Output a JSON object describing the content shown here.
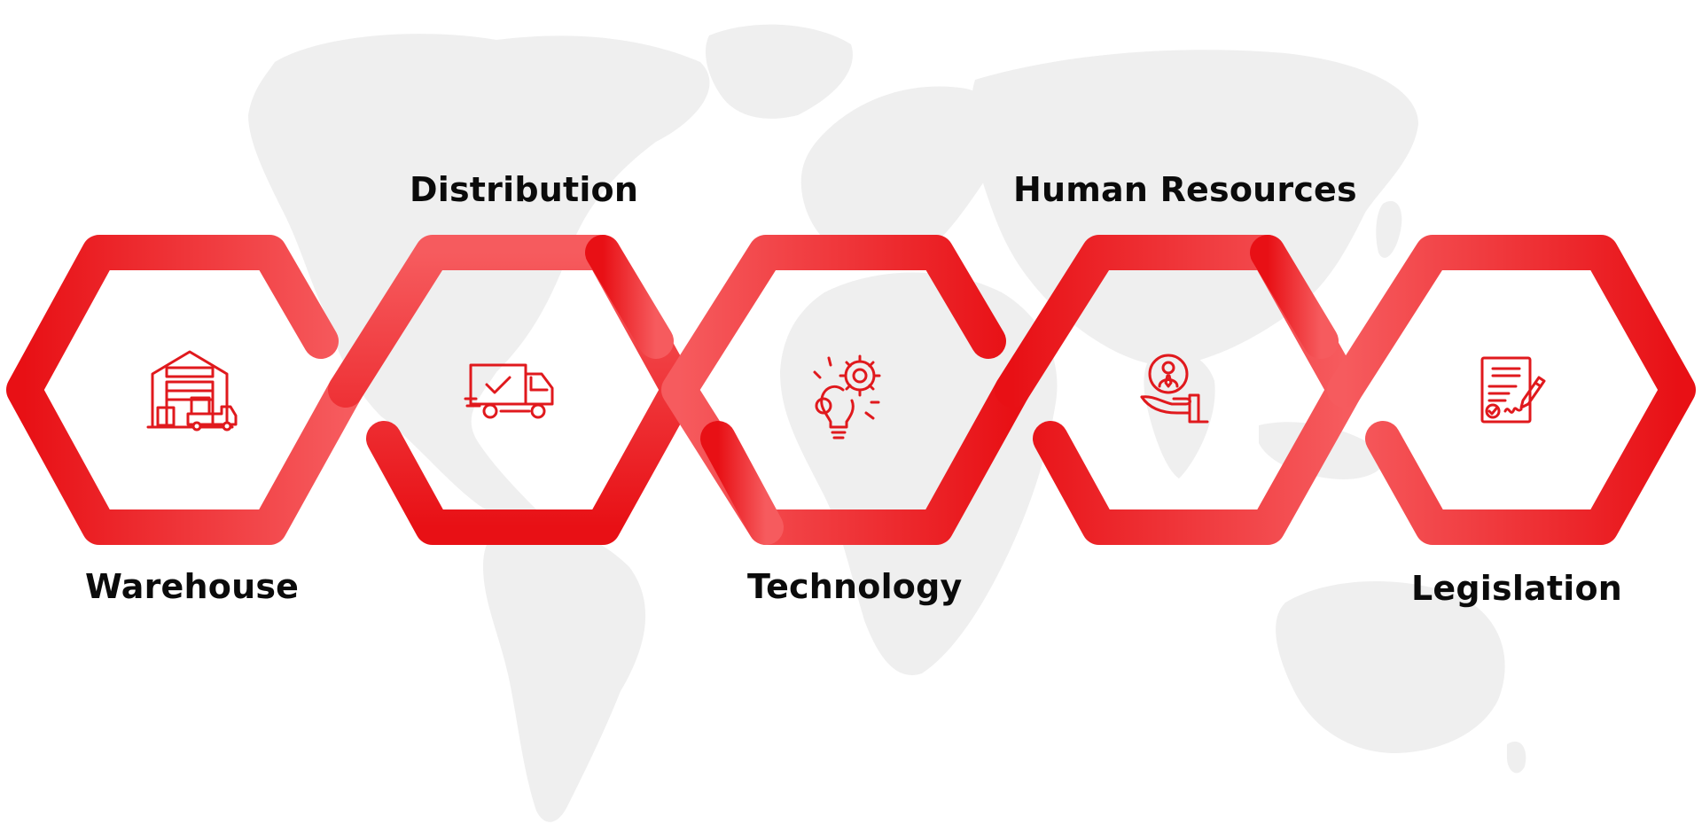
{
  "steps": [
    {
      "label": "Warehouse",
      "icon": "warehouse-icon"
    },
    {
      "label": "Distribution",
      "icon": "delivery-truck-icon"
    },
    {
      "label": "Technology",
      "icon": "gear-lightbulb-icon"
    },
    {
      "label": "Human Resources",
      "icon": "person-in-hand-icon"
    },
    {
      "label": "Legislation",
      "icon": "signed-document-icon"
    }
  ],
  "colors": {
    "accent_dark": "#e81015",
    "accent_light": "#f65b5e",
    "map": "#f0f0f0",
    "text": "#0b0b0b"
  }
}
